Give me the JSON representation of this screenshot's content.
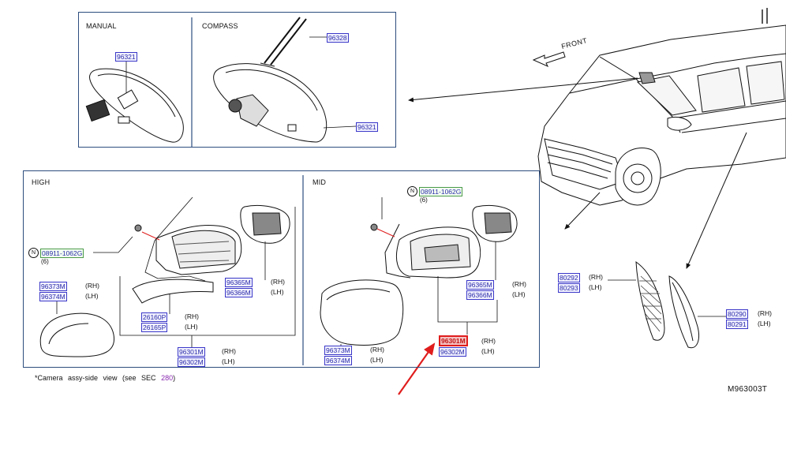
{
  "sections": {
    "manual": "MANUAL",
    "compass": "COMPASS",
    "high": "HIGH",
    "mid": "MID"
  },
  "front_label": "FRONT",
  "n_symbol": "N",
  "side": {
    "rh": "(RH)",
    "lh": "(LH)"
  },
  "parts": {
    "p96321_manual": "96321",
    "p96328": "96328",
    "p96321_compass": "96321",
    "p08911_high": "08911-1062G",
    "qty_high": "(6)",
    "p96373_high": "96373M",
    "p96374_high": "96374M",
    "p96365_high": "96365M",
    "p96366_high": "96366M",
    "p26160": "26160P",
    "p26165": "26165P",
    "p96301_high": "96301M",
    "p96302_high": "96302M",
    "p08911_mid": "08911-1062G",
    "qty_mid": "(6)",
    "p96365_mid": "96365M",
    "p96366_mid": "96366M",
    "p96373_mid": "96373M",
    "p96374_mid": "96374M",
    "p96301_mid": "96301M",
    "p96302_mid": "96302M",
    "p80292": "80292",
    "p80293": "80293",
    "p80290": "80290",
    "p80291": "80291"
  },
  "note": {
    "text": "*Camera assy-side view (see SEC",
    "ref": "280",
    "close": ")"
  },
  "diagram_code": "M963003T",
  "colors": {
    "frame": "#2d4d7e",
    "part_border": "#3b38c8",
    "part_text": "#2a2aa8",
    "highlight": "#e01d1d",
    "arrow": "#e01d1d"
  }
}
